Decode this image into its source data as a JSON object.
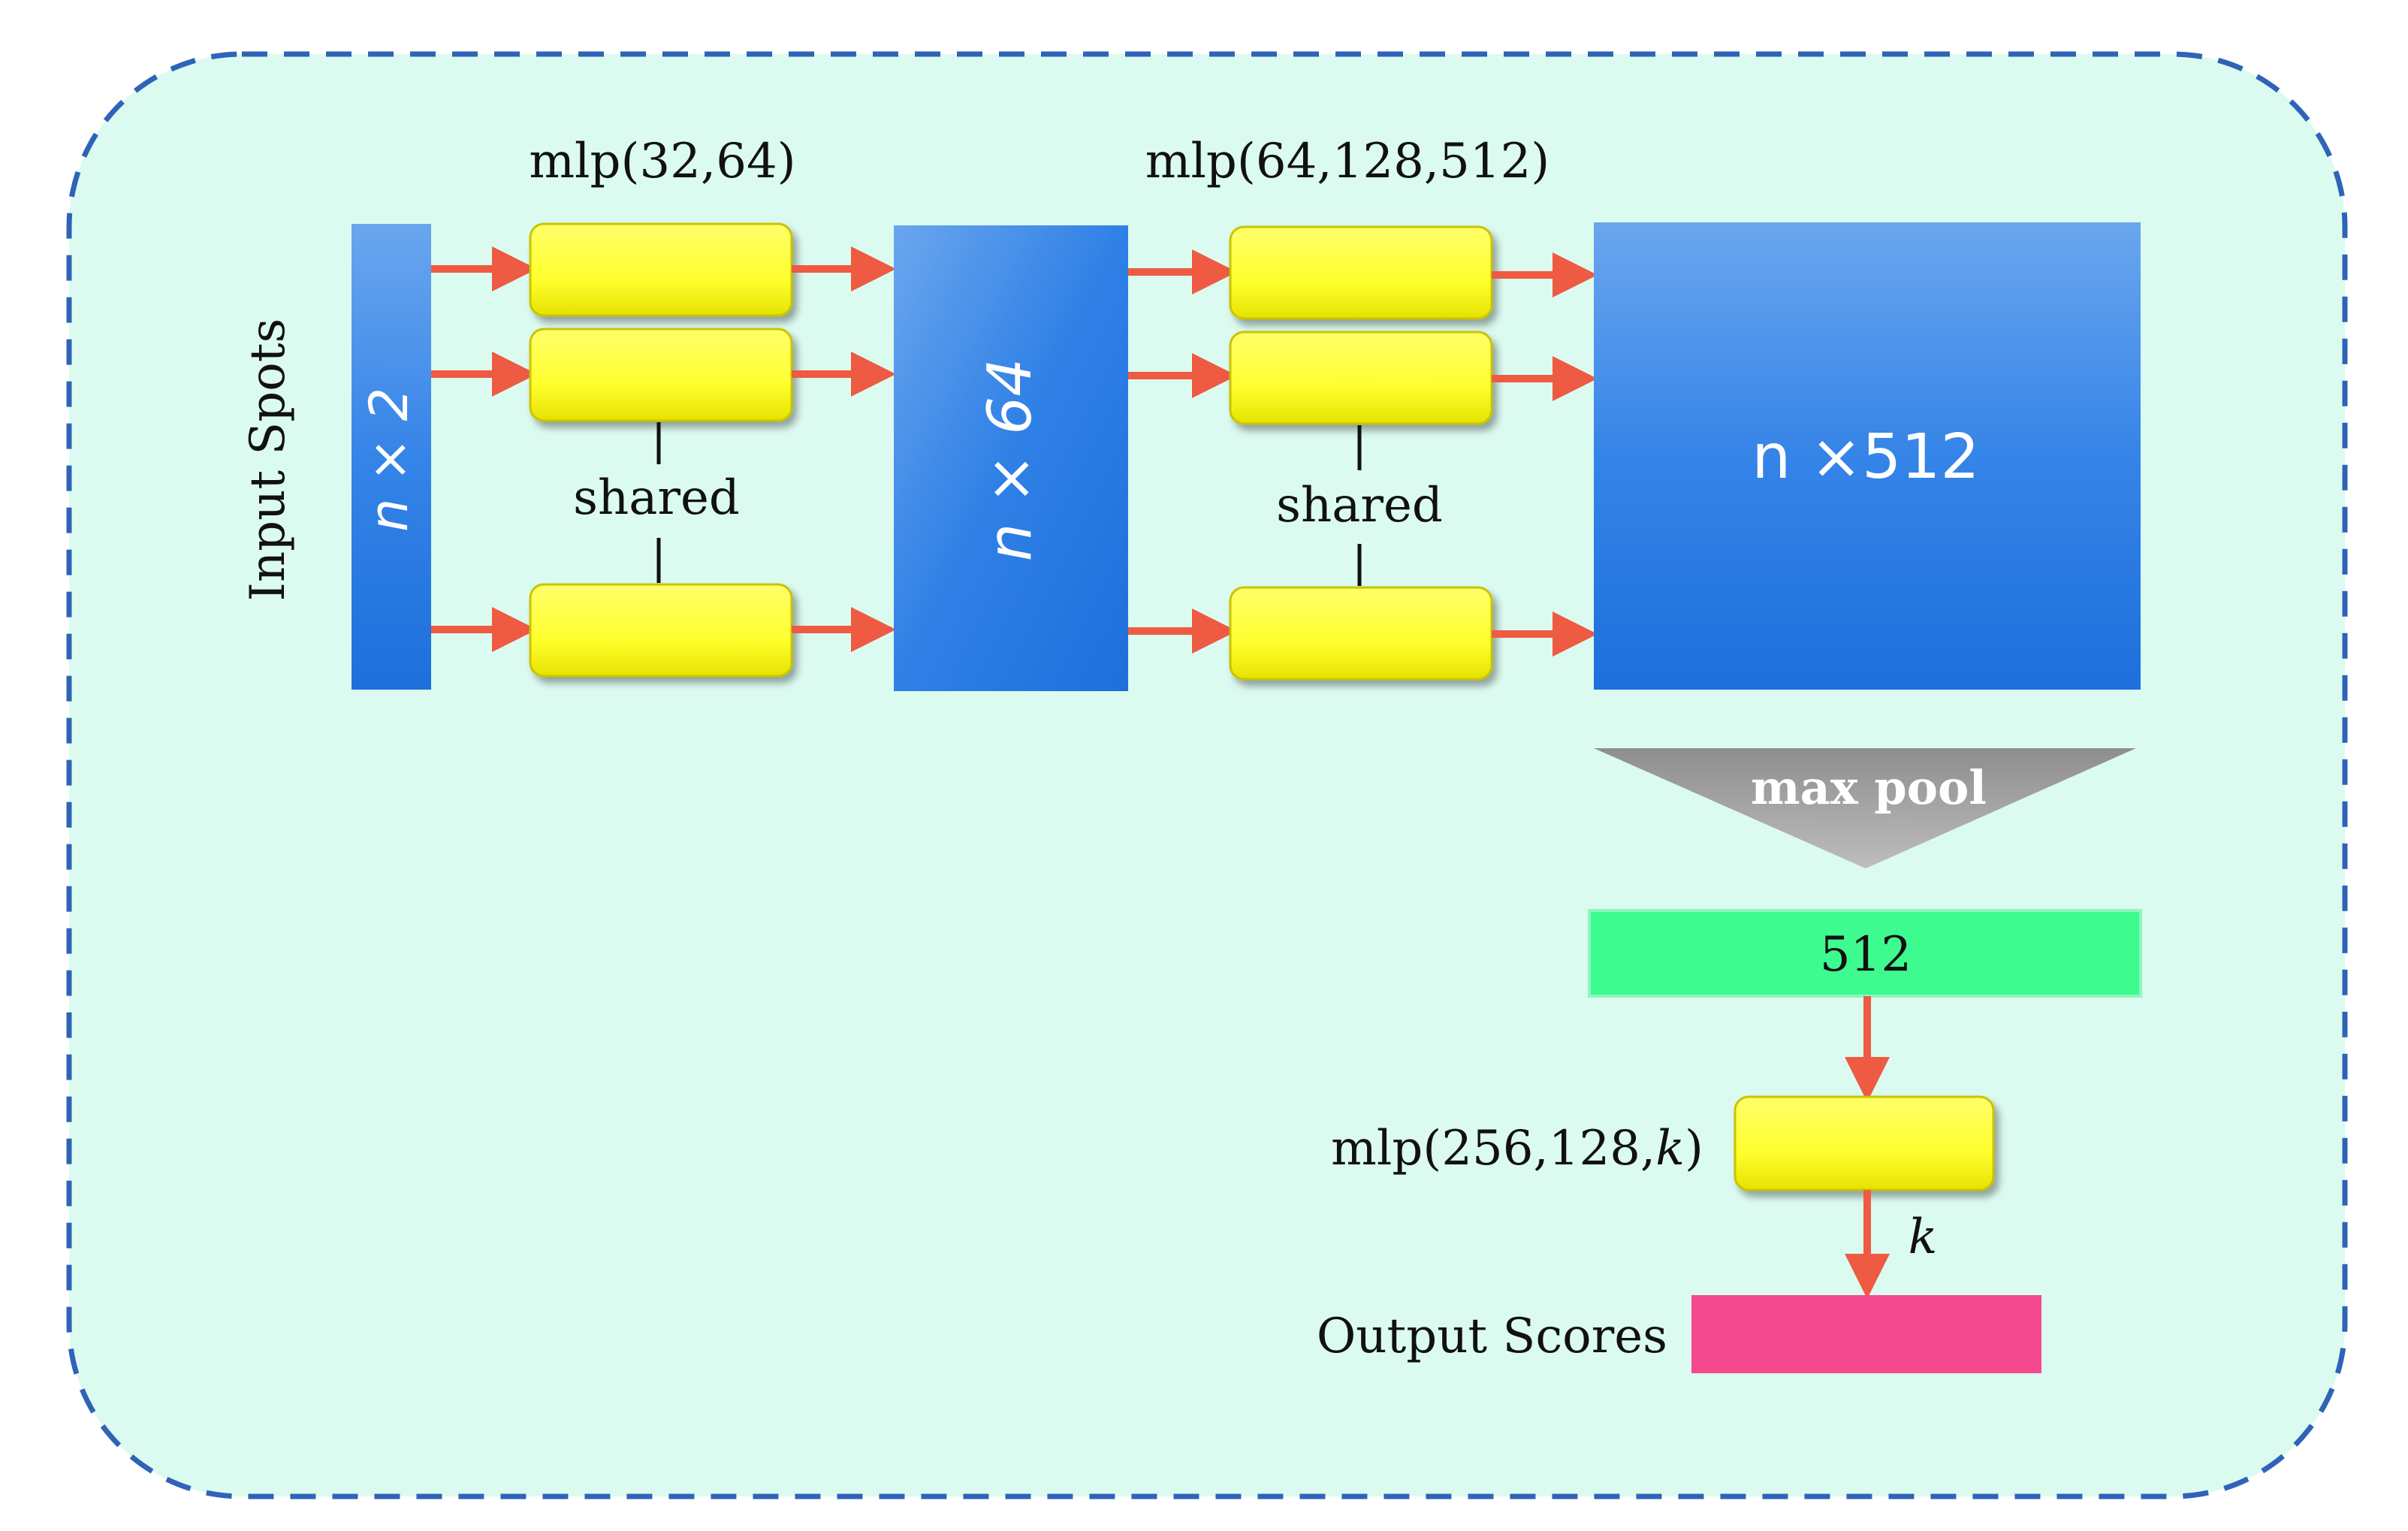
{
  "diagram": {
    "input_label": "Input Spots",
    "blocks": {
      "input": "n × 2",
      "mid": "n × 64",
      "big": "n ×512",
      "vector": "512"
    },
    "mlp1_label": "mlp(32,64)",
    "mlp2_label": "mlp(64,128,512)",
    "mlp3_label": "mlp(256,128,",
    "mlp3_k": "k",
    "mlp3_close": ")",
    "shared1": "shared",
    "shared2": "shared",
    "pool_label": "max pool",
    "k_label": "k",
    "output_label": "Output Scores",
    "colors": {
      "background": "#dcfbf0",
      "border": "#2f63b8",
      "blue_light": "#6aa6ee",
      "blue_dark": "#1e6fdc",
      "yellow": "#ffff3a",
      "yellow_edge": "#b8b400",
      "arrow": "#ee5a42",
      "green": "#3dfb8f",
      "pink": "#f5498f",
      "gray": "#9a9a9a"
    }
  }
}
